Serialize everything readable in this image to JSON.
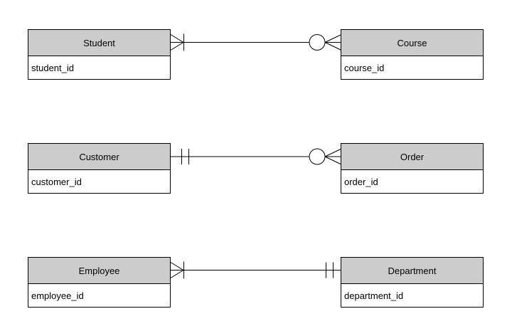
{
  "diagram": {
    "type": "entity-relationship-crows-foot",
    "background_color": "#ffffff",
    "entity_header_fill": "#cccccc",
    "entity_body_fill": "#ffffff",
    "stroke_color": "#000000",
    "text_color": "#000000"
  },
  "entities": [
    {
      "name": "Student",
      "attributes": [
        "student_id"
      ]
    },
    {
      "name": "Course",
      "attributes": [
        "course_id"
      ]
    },
    {
      "name": "Customer",
      "attributes": [
        "customer_id"
      ]
    },
    {
      "name": "Order",
      "attributes": [
        "order_id"
      ]
    },
    {
      "name": "Employee",
      "attributes": [
        "employee_id"
      ]
    },
    {
      "name": "Department",
      "attributes": [
        "department_id"
      ]
    }
  ],
  "relationships": [
    {
      "from": "Student",
      "to": "Course",
      "from_cardinality": "one-or-many",
      "to_cardinality": "zero-or-many"
    },
    {
      "from": "Customer",
      "to": "Order",
      "from_cardinality": "exactly-one",
      "to_cardinality": "zero-or-many"
    },
    {
      "from": "Employee",
      "to": "Department",
      "from_cardinality": "one-or-many",
      "to_cardinality": "exactly-one"
    }
  ]
}
